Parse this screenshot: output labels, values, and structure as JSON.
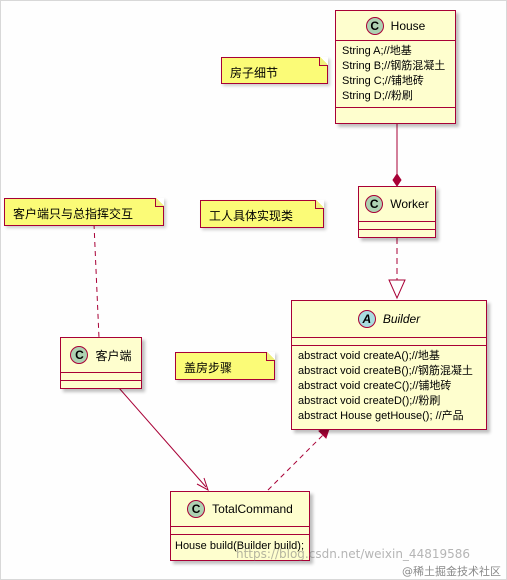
{
  "classes": {
    "house": {
      "icon": "C",
      "name": "House",
      "fields": [
        "String A;//地基",
        "String B;//钢筋混凝土",
        "String C;//铺地砖",
        "String D;//粉刷"
      ]
    },
    "worker": {
      "icon": "C",
      "name": "Worker"
    },
    "builder": {
      "icon": "A",
      "name": "Builder",
      "methods": [
        "abstract void createA();//地基",
        "abstract void createB();//钢筋混凝土",
        "abstract void createC();//铺地砖",
        "abstract void createD();//粉刷",
        "abstract House getHouse(); //产品"
      ]
    },
    "client": {
      "icon": "C",
      "name": "客户端"
    },
    "total_command": {
      "icon": "C",
      "name": "TotalCommand",
      "methods": [
        "House build(Builder build);"
      ]
    }
  },
  "notes": {
    "house_note": "房子细节",
    "worker_note": "工人具体实现类",
    "builder_note": "盖房步骤",
    "client_note": "客户端只与总指挥交互"
  },
  "watermark": {
    "url": "https://blog.csdn.net/weixin_44819586",
    "community": "@稀土掘金技术社区"
  },
  "colors": {
    "class_fill": "#fefece",
    "border": "#a80036",
    "note_fill": "#fbfb77",
    "class_icon": "#add1b2",
    "abstract_icon": "#a9dcdf"
  }
}
